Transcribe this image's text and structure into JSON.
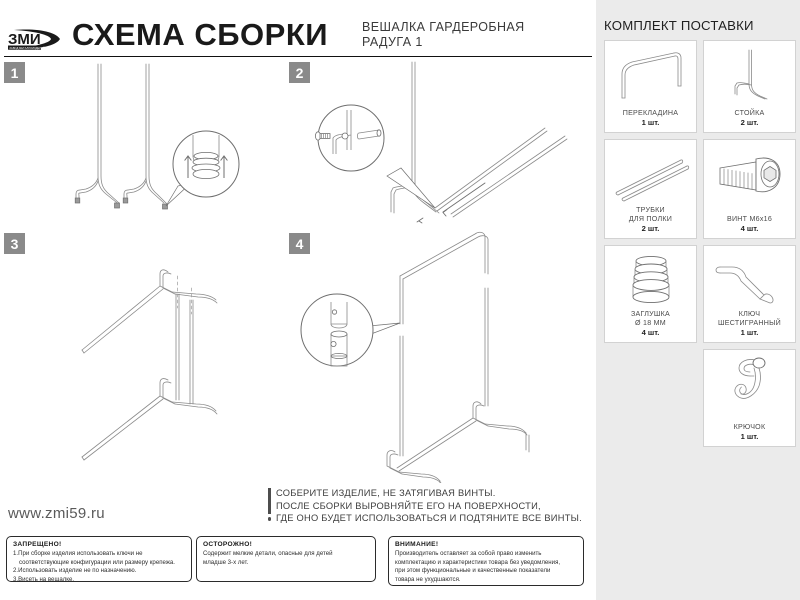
{
  "header": {
    "logo_text": "ЗМИ",
    "title": "СХЕМА СБОРКИ",
    "subtitle_line1": "ВЕШАЛКА ГАРДЕРОБНАЯ",
    "subtitle_line2": "РАДУГА 1"
  },
  "steps": [
    {
      "number": "1"
    },
    {
      "number": "2"
    },
    {
      "number": "3"
    },
    {
      "number": "4"
    }
  ],
  "instruction": {
    "line1": "СОБЕРИТЕ ИЗДЕЛИЕ, НЕ ЗАТЯГИВАЯ ВИНТЫ.",
    "line2": "ПОСЛЕ СБОРКИ ВЫРОВНЯЙТЕ ЕГО НА ПОВЕРХНОСТИ,",
    "line3": "ГДЕ ОНО БУДЕТ ИСПОЛЬЗОВАТЬСЯ И ПОДТЯНИТЕ ВСЕ ВИНТЫ."
  },
  "website": "www.zmi59.ru",
  "warnings": {
    "forbidden": {
      "title": "ЗАПРЕЩЕНО!",
      "item1a": "1.При сборке изделия использовать ключи не",
      "item1b": "соответствующие конфигурации или размеру крепежа.",
      "item2": "2.Использовать изделие не по назначению.",
      "item3": "3.Висеть на вешалке."
    },
    "caution": {
      "title": "ОСТОРОЖНО!",
      "line1": "Содержит мелкие детали, опасные для детей",
      "line2": "младше 3-х лет."
    },
    "attention": {
      "title": "ВНИМАНИЕ!",
      "line1": "Производитель оставляет за собой право изменить",
      "line2": "комплектацию и характеристики товара без уведомления,",
      "line3": "при этом функциональные и качественные показатели",
      "line4": "товара не ухудшаются."
    }
  },
  "parts_panel": {
    "title": "КОМПЛЕКТ ПОСТАВКИ",
    "items": [
      {
        "icon": "crossbar-icon",
        "name": "ПЕРЕКЛАДИНА",
        "qty": "1 шт."
      },
      {
        "icon": "upright-icon",
        "name": "СТОЙКА",
        "qty": "2 шт."
      },
      {
        "icon": "tubes-icon",
        "name": "ТРУБКИ\nДЛЯ ПОЛКИ",
        "qty": "2 шт."
      },
      {
        "icon": "screw-icon",
        "name": "ВИНТ М6х16",
        "qty": "4 шт."
      },
      {
        "icon": "endcap-icon",
        "name": "ЗАГЛУШКА\nØ 18 ММ",
        "qty": "4 шт."
      },
      {
        "icon": "hexkey-icon",
        "name": "КЛЮЧ\nШЕСТИГРАННЫЙ",
        "qty": "1 шт."
      },
      {
        "icon": "hook-icon",
        "name": "КРЮЧОК",
        "qty": "1 шт."
      }
    ]
  },
  "colors": {
    "panel_bg": "#ebebeb",
    "badge": "#8a8a8a",
    "line": "#6f6f6f",
    "text": "#231f20"
  }
}
